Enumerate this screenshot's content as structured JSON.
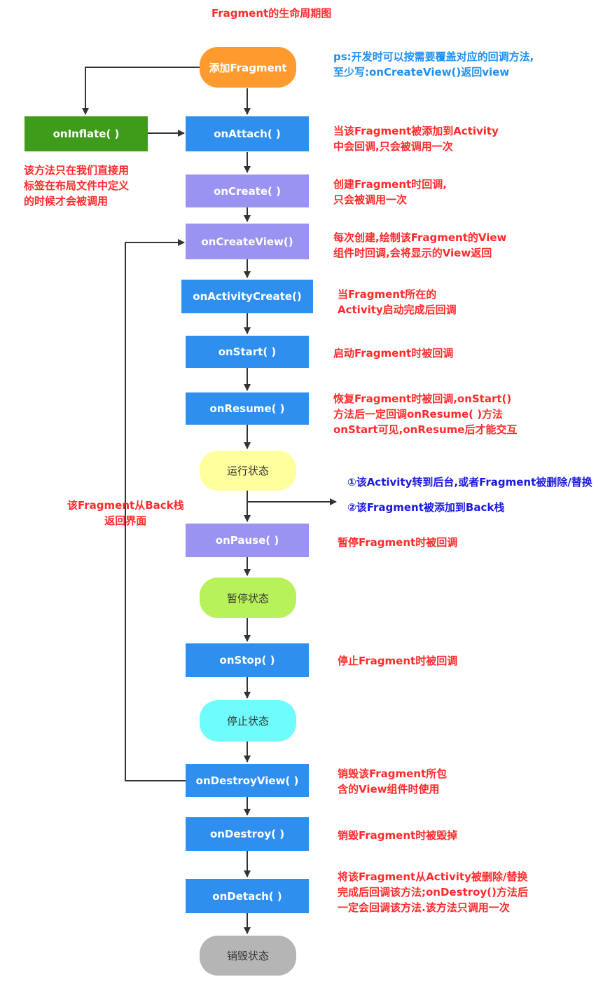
{
  "title": "Fragment的生命周期图",
  "colors": {
    "method_blue": "#2f8fef",
    "method_purple": "#9b93f2",
    "inflate_green": "#3f9b1a",
    "start_orange": "#ff9a2e",
    "running_yellow": "#ffff9e",
    "paused_lime": "#b8f25a",
    "stopped_cyan": "#6ffcfc",
    "destroyed_gray": "#b5b5b5",
    "note_red": "#ff2a2a",
    "note_blue": "#1f8ff0",
    "note_navy": "#1a1ae0",
    "arrow": "#333333"
  },
  "nodes": {
    "add_fragment": "添加Fragment",
    "on_inflate": "onInflate( )",
    "on_attach": "onAttach( )",
    "on_create": "onCreate( )",
    "on_create_view": "onCreateView()",
    "on_activity_create": "onActivityCreate()",
    "on_start": "onStart( )",
    "on_resume": "onResume( )",
    "running_state": "运行状态",
    "on_pause": "onPause( )",
    "paused_state": "暂停状态",
    "on_stop": "onStop( )",
    "stopped_state": "停止状态",
    "on_destroy_view": "onDestroyView( )",
    "on_destroy": "onDestroy( )",
    "on_detach": "onDetach( )",
    "destroyed_state": "销毁状态"
  },
  "notes": {
    "ps": "ps:开发时可以按需要覆盖对应的回调方法,\n至少写:onCreateView()返回view",
    "inflate": "该方法只在我们直接用\n标签在布局文件中定义\n的时候才会被调用",
    "attach": "当该Fragment被添加到Activity\n中会回调,只会被调用一次",
    "create": "创建Fragment时回调,\n只会被调用一次",
    "create_view": "每次创建,绘制该Fragment的View\n组件时回调,会将显示的View返回",
    "activity_create": "当Fragment所在的\nActivity启动完成后回调",
    "start": "启动Fragment时被回调",
    "resume": "恢复Fragment时被回调,onStart()\n方法后一定回调onResume( )方法\nonStart可见,onResume后才能交互",
    "condition_1": "①该Activity转到后台,或者Fragment被删除/替换",
    "condition_2": "②该Fragment被添加到Back栈",
    "back_stack": "该Fragment从Back栈\n返回界面",
    "pause": "暂停Fragment时被回调",
    "stop": "停止Fragment时被回调",
    "destroy_view": "销毁该Fragment所包\n含的View组件时使用",
    "destroy": "销毁Fragment时被毁掉",
    "detach": "将该Fragment从Activity被删除/替换\n完成后回调该方法;onDestroy()方法后\n一定会回调该方法.该方法只调用一次"
  }
}
